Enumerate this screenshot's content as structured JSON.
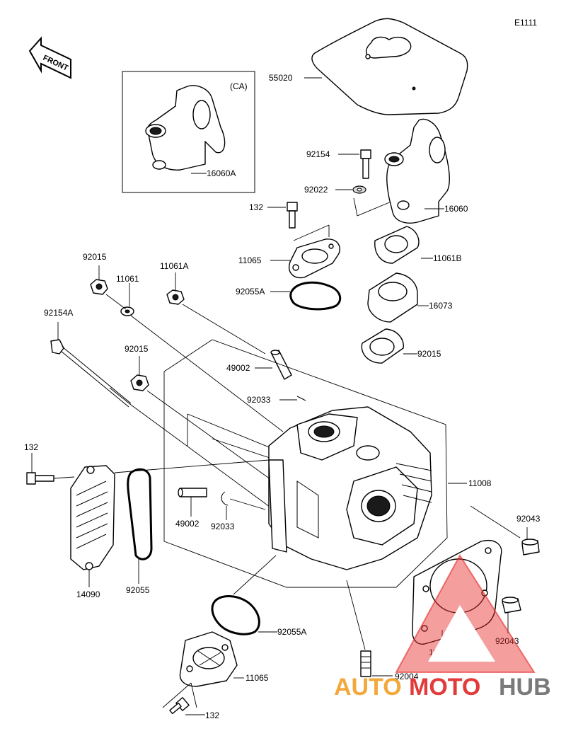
{
  "diagram_code": "E1111",
  "front_label": "FRONT",
  "variant_label": "(CA)",
  "parts": [
    {
      "id": "p55020",
      "number": "55020"
    },
    {
      "id": "p16060a",
      "number": "16060A"
    },
    {
      "id": "p92154",
      "number": "92154"
    },
    {
      "id": "p92022",
      "number": "92022"
    },
    {
      "id": "p16060",
      "number": "16060"
    },
    {
      "id": "p132a",
      "number": "132"
    },
    {
      "id": "p11061b",
      "number": "11061B"
    },
    {
      "id": "p11065a",
      "number": "11065"
    },
    {
      "id": "p92055aa",
      "number": "92055A"
    },
    {
      "id": "p16073",
      "number": "16073"
    },
    {
      "id": "p92015a",
      "number": "92015"
    },
    {
      "id": "p11061",
      "number": "11061"
    },
    {
      "id": "p92015b",
      "number": "92015"
    },
    {
      "id": "p11061a",
      "number": "11061A"
    },
    {
      "id": "p92154a",
      "number": "92154A"
    },
    {
      "id": "p92015c",
      "number": "92015"
    },
    {
      "id": "p49002a",
      "number": "49002"
    },
    {
      "id": "p92033a",
      "number": "92033"
    },
    {
      "id": "p132b",
      "number": "132"
    },
    {
      "id": "p11008",
      "number": "11008"
    },
    {
      "id": "p49002b",
      "number": "49002"
    },
    {
      "id": "p92033b",
      "number": "92033"
    },
    {
      "id": "p92043a",
      "number": "92043"
    },
    {
      "id": "p14090",
      "number": "14090"
    },
    {
      "id": "p92055",
      "number": "92055"
    },
    {
      "id": "p92055ab",
      "number": "92055A"
    },
    {
      "id": "p11004",
      "number": "11004"
    },
    {
      "id": "p92043b",
      "number": "92043"
    },
    {
      "id": "p92004",
      "number": "92004"
    },
    {
      "id": "p11065b",
      "number": "11065"
    },
    {
      "id": "p132c",
      "number": "132"
    }
  ],
  "watermark": {
    "auto": "AUTO",
    "moto": "MOTO",
    "hub": "HUB"
  }
}
